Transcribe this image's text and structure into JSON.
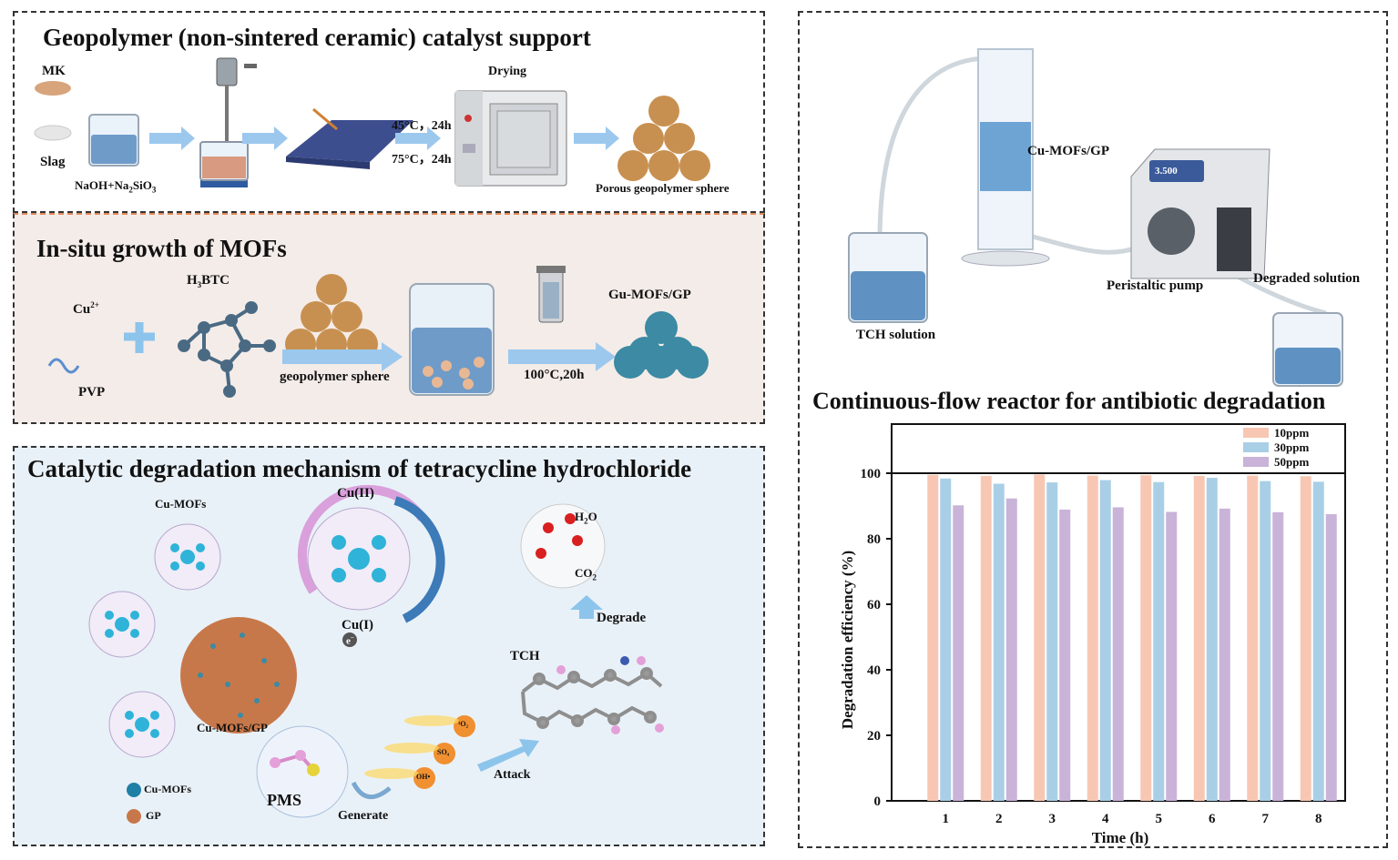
{
  "panel1": {
    "title": "Geopolymer (non-sintered ceramic) catalyst support",
    "mk": "MK",
    "slag": "Slag",
    "solution_pre": "NaOH+Na",
    "solution_sub1": "2",
    "solution_mid": "SiO",
    "solution_sub2": "3",
    "drying": "Drying",
    "cond1": "45°C，24h",
    "cond2": "75°C，24h",
    "product": "Porous geopolymer sphere"
  },
  "panel2": {
    "title": "In-situ growth of MOFs",
    "cu_pre": "Cu",
    "cu_sup": "2+",
    "h3btc_pre": "H",
    "h3btc_sub": "3",
    "h3btc_post": "BTC",
    "pvp": "PVP",
    "sphere": "geopolymer sphere",
    "cond": "100°C,20h",
    "product": "Gu-MOFs/GP"
  },
  "panel3": {
    "title": "Catalytic degradation mechanism of tetracycline hydrochloride",
    "cu_mofs": "Cu-MOFs",
    "cu2": "Cu(II)",
    "cu1": "Cu(I)",
    "electron": "e",
    "electron_sup": "−",
    "h2o_pre": "H",
    "h2o_sub": "2",
    "h2o_post": "O",
    "co2_pre": "CO",
    "co2_sub": "2",
    "degrade": "Degrade",
    "tch": "TCH",
    "cu_mofs_gp": "Cu-MOFs/GP",
    "pms": "PMS",
    "generate": "Generate",
    "attack": "Attack",
    "legend_mofs": "Cu-MOFs",
    "legend_gp": "GP",
    "radical1": "¹O₂",
    "radical2": "SO₄",
    "radical3": "OH•"
  },
  "panel4": {
    "column_label": "Cu-MOFs/GP",
    "pump_display": "3.500",
    "pump_label": "Peristaltic pump",
    "degraded": "Degraded solution",
    "tch_solution": "TCH solution",
    "title": "Continuous-flow reactor for antibiotic degradation"
  },
  "colors": {
    "bar10": "#f8c7b3",
    "bar30": "#a9cfe6",
    "bar50": "#c9b3d8",
    "panel2_bg": "#f4ece8",
    "panel3_bg": "#e9f1f8",
    "arrow": "#8cc4ec",
    "water": "#5f92c2",
    "mk_powder": "#d8a47c",
    "gp_sphere": "#c7784a",
    "mof_sphere": "#3c8aa3"
  },
  "chart_data": {
    "type": "bar",
    "categories": [
      "1",
      "2",
      "3",
      "4",
      "5",
      "6",
      "7",
      "8"
    ],
    "series": [
      {
        "name": "10ppm",
        "values": [
          99.5,
          99.2,
          99.6,
          99.3,
          99.4,
          99.2,
          99.3,
          99.1
        ]
      },
      {
        "name": "30ppm",
        "values": [
          98.4,
          96.8,
          97.2,
          97.9,
          97.3,
          98.6,
          97.6,
          97.4
        ]
      },
      {
        "name": "50ppm",
        "values": [
          90.2,
          92.3,
          88.9,
          89.6,
          88.2,
          89.2,
          88.1,
          87.5
        ]
      }
    ],
    "xlabel": "Time (h)",
    "ylabel": "Degradation efficiency (%)",
    "ylim": [
      0,
      115
    ],
    "yticks": [
      0,
      20,
      40,
      60,
      80,
      100
    ],
    "reference_line": 100,
    "legend_position": "top-right",
    "grid": false
  }
}
